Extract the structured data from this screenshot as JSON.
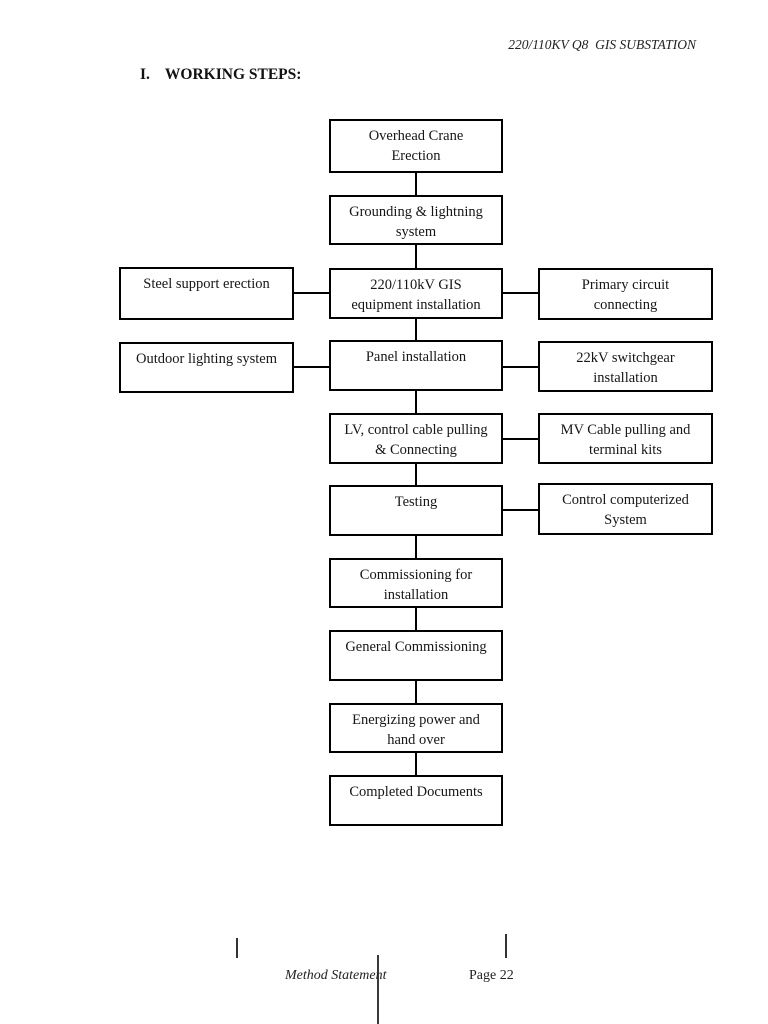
{
  "header": {
    "title": "220/110KV Q8  GIS SUBSTATION"
  },
  "heading": {
    "numeral": "I.",
    "text": "WORKING STEPS:"
  },
  "flowchart": {
    "center": [
      {
        "label": "Overhead Crane\nErection"
      },
      {
        "label": "Grounding & lightning\nsystem"
      },
      {
        "label": "220/110kV GIS\nequipment installation"
      },
      {
        "label": "Panel installation"
      },
      {
        "label": "LV, control cable pulling\n& Connecting"
      },
      {
        "label": "Testing"
      },
      {
        "label": "Commissioning for\ninstallation"
      },
      {
        "label": "General Commissioning"
      },
      {
        "label": "Energizing power and\nhand over"
      },
      {
        "label": "Completed Documents"
      }
    ],
    "left": [
      {
        "label": "Steel support erection"
      },
      {
        "label": "Outdoor lighting system"
      }
    ],
    "right": [
      {
        "label": "Primary circuit\nconnecting"
      },
      {
        "label": "22kV switchgear\ninstallation"
      },
      {
        "label": "MV Cable pulling and\nterminal kits"
      },
      {
        "label": "Control computerized\nSystem"
      }
    ]
  },
  "footer": {
    "left": "Method Statement",
    "right": "Page 22"
  }
}
